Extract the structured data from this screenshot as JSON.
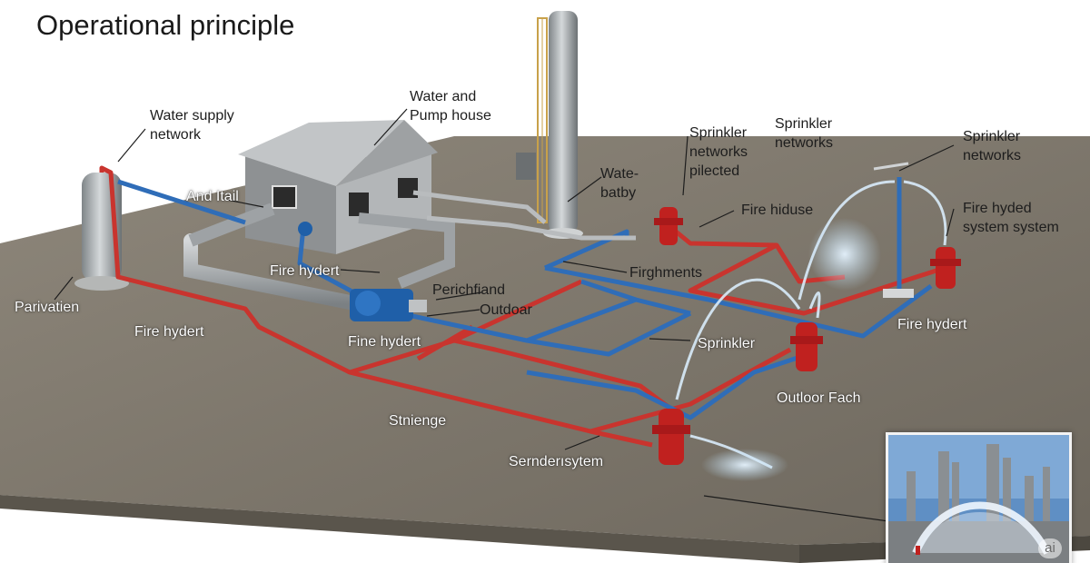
{
  "title": "Operational principle",
  "labels": {
    "water_supply_network": "Water supply\nnetwork",
    "water_pump_house": "Water and\nPump house",
    "wate_batby": "Wate-\nbatby",
    "sprinkler_piliected": "Sprinkler\nnetworks\npilected",
    "sprinkler_networks_center": "Sprinkler\nnetworks",
    "sprinkler_networks_right": "Sprinkler\nnetworks",
    "and_itail": "And Itail",
    "fire_hiduse": "Fire hiduse",
    "fire_hyded_system": "Fire hyded\nsystem system",
    "parivatien": "Parivatien",
    "fire_hydert_pump": "Fire hydert",
    "firghments": "Firghments",
    "perichfiand": "Perichfiand",
    "outdoar": "Outdoar",
    "fire_hydert_left": "Fire hydert",
    "fine_hydert": "Fine hydert",
    "fire_hydert_right": "Fire hydert",
    "sprinkler": "Sprinkler",
    "outloor_fach": "Outloor Fach",
    "stnienge": "Stnienge",
    "serndersytem": "Sernderısytem"
  },
  "inset_mark": "ai",
  "colors": {
    "fire_line_red": "#c9342e",
    "sprinkler_line_blue": "#2f6db8",
    "hydrant_red": "#c0211f",
    "pump_blue": "#1f5fa8",
    "ground": "#807a6f",
    "building": "#a9acae"
  }
}
